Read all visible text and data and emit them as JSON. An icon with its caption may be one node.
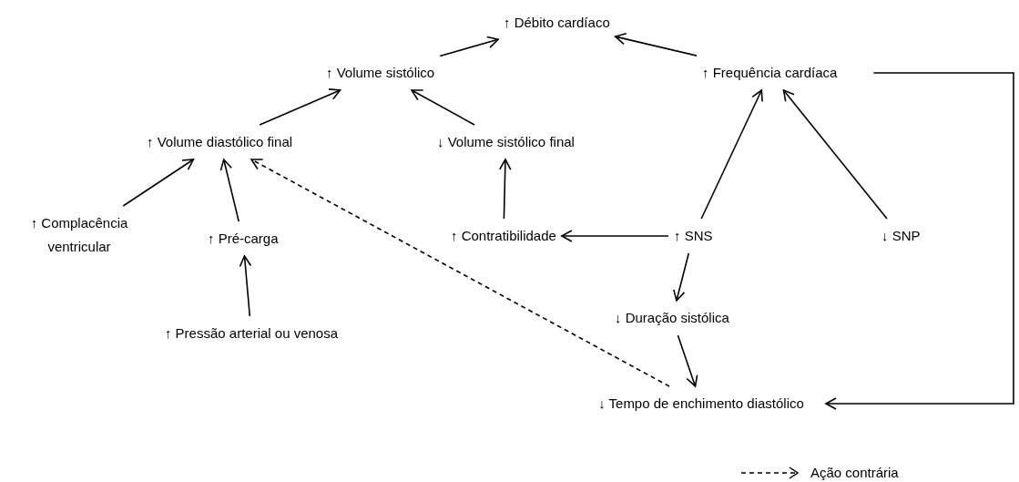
{
  "diagram": {
    "nodes": [
      {
        "text": [
          "↑ Débito cardíaco"
        ]
      },
      {
        "text": [
          "↑ Volume sistólico"
        ]
      },
      {
        "text": [
          "↑ Frequência cardíaca"
        ]
      },
      {
        "text": [
          "↑ Volume diastólico final"
        ]
      },
      {
        "text": [
          "↓ Volume sistólico final"
        ]
      },
      {
        "text": [
          "↑ Complacência ventricular"
        ]
      },
      {
        "text": [
          "↑ Pré-carga"
        ]
      },
      {
        "text": [
          "↑ Contratibilidade"
        ]
      },
      {
        "text": [
          "↑ SNS"
        ]
      },
      {
        "text": [
          "↓ SNP"
        ]
      },
      {
        "text": [
          "↑ Pressão arterial ou venosa"
        ]
      },
      {
        "text": [
          "↓ Duração sistólica"
        ]
      },
      {
        "text": [
          "↓ Tempo de enchimento diastólico"
        ]
      }
    ],
    "edges": [
      {
        "from": 1,
        "to": 0,
        "arrow": "to"
      },
      {
        "from": 2,
        "to": 0,
        "arrow": "to"
      },
      {
        "from": 3,
        "to": 1,
        "arrow": "to"
      },
      {
        "from": 4,
        "to": 1,
        "arrow": "to"
      },
      {
        "from": 5,
        "to": 3,
        "arrow": "to"
      },
      {
        "from": 6,
        "to": 3,
        "arrow": "to"
      },
      {
        "from": 10,
        "to": 6,
        "arrow": "to"
      },
      {
        "from": 7,
        "to": 4,
        "arrow": "to"
      },
      {
        "from": 8,
        "to": 7,
        "arrow": "to"
      },
      {
        "from": 8,
        "to": 2,
        "arrow": "to"
      },
      {
        "from": 9,
        "to": 2,
        "arrow": "to"
      },
      {
        "from": 8,
        "to": 11,
        "arrow": "to"
      },
      {
        "from": 11,
        "to": 12,
        "arrow": "to"
      },
      {
        "from": 12,
        "to": 3,
        "arrow": "to",
        "style": "dashed"
      },
      {
        "from": 2,
        "to": 12,
        "arrow": "to"
      }
    ],
    "legend": [
      {
        "text": "Ação contrária"
      }
    ]
  }
}
